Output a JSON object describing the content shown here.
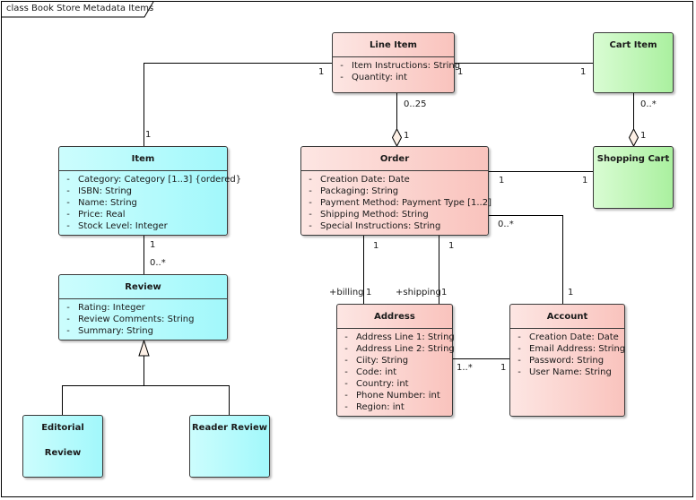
{
  "diagram": {
    "title": "class Book Store Metadata Items"
  },
  "classes": {
    "line_item": {
      "name": "Line Item",
      "attributes": [
        {
          "vis": "-",
          "text": "Item Instructions: String"
        },
        {
          "vis": "-",
          "text": "Quantity: int"
        }
      ]
    },
    "cart_item": {
      "name": "Cart Item"
    },
    "item": {
      "name": "Item",
      "attributes": [
        {
          "vis": "-",
          "text": "Category: Category [1..3] {ordered}"
        },
        {
          "vis": "-",
          "text": "ISBN: String"
        },
        {
          "vis": "-",
          "text": "Name: String"
        },
        {
          "vis": "-",
          "text": "Price: Real"
        },
        {
          "vis": "-",
          "text": "Stock Level: Integer"
        }
      ]
    },
    "order": {
      "name": "Order",
      "attributes": [
        {
          "vis": "-",
          "text": "Creation Date: Date"
        },
        {
          "vis": "-",
          "text": "Packaging: String"
        },
        {
          "vis": "-",
          "text": "Payment Method: Payment Type [1..2]"
        },
        {
          "vis": "-",
          "text": "Shipping Method: String"
        },
        {
          "vis": "-",
          "text": "Special Instructions: String"
        }
      ]
    },
    "shopping_cart": {
      "name": "Shopping Cart"
    },
    "review": {
      "name": "Review",
      "attributes": [
        {
          "vis": "-",
          "text": "Rating: Integer"
        },
        {
          "vis": "-",
          "text": "Review Comments: String"
        },
        {
          "vis": "-",
          "text": "Summary: String"
        }
      ]
    },
    "address": {
      "name": "Address",
      "attributes": [
        {
          "vis": "-",
          "text": "Address Line 1: String"
        },
        {
          "vis": "-",
          "text": "Address Line 2: String"
        },
        {
          "vis": "-",
          "text": "Ciity: String"
        },
        {
          "vis": "-",
          "text": "Code: int"
        },
        {
          "vis": "-",
          "text": "Country: int"
        },
        {
          "vis": "-",
          "text": "Phone Number: int"
        },
        {
          "vis": "-",
          "text": "Region: int"
        }
      ]
    },
    "account": {
      "name": "Account",
      "attributes": [
        {
          "vis": "-",
          "text": "Creation Date: Date"
        },
        {
          "vis": "-",
          "text": "Email Address: String"
        },
        {
          "vis": "-",
          "text": "Password: String"
        },
        {
          "vis": "-",
          "text": "User Name: String"
        }
      ]
    },
    "editorial_review": {
      "name": "Editorial Review"
    },
    "reader_review": {
      "name": "Reader Review"
    }
  },
  "relations": {
    "item_lineitem": {
      "item_end": "1",
      "lineitem_end": "1"
    },
    "lineitem_cartitem": {
      "lineitem_end": "1",
      "cartitem_end": "1"
    },
    "lineitem_order": {
      "lineitem_end": "0..25",
      "order_end": "1"
    },
    "cartitem_shoppingcart": {
      "cartitem_end": "0..*",
      "shoppingcart_end": "1"
    },
    "order_shoppingcart": {
      "order_end": "1",
      "shoppingcart_end": "1"
    },
    "item_review": {
      "item_end": "1",
      "review_end": "0..*"
    },
    "order_billing": {
      "order_end": "1",
      "role": "+billing",
      "address_end": "1"
    },
    "order_shipping": {
      "order_end": "1",
      "role": "+shipping",
      "address_end": "1"
    },
    "order_account": {
      "order_end": "0..*",
      "account_end": "1"
    },
    "address_account": {
      "address_end": "1..*",
      "account_end": "1"
    }
  }
}
